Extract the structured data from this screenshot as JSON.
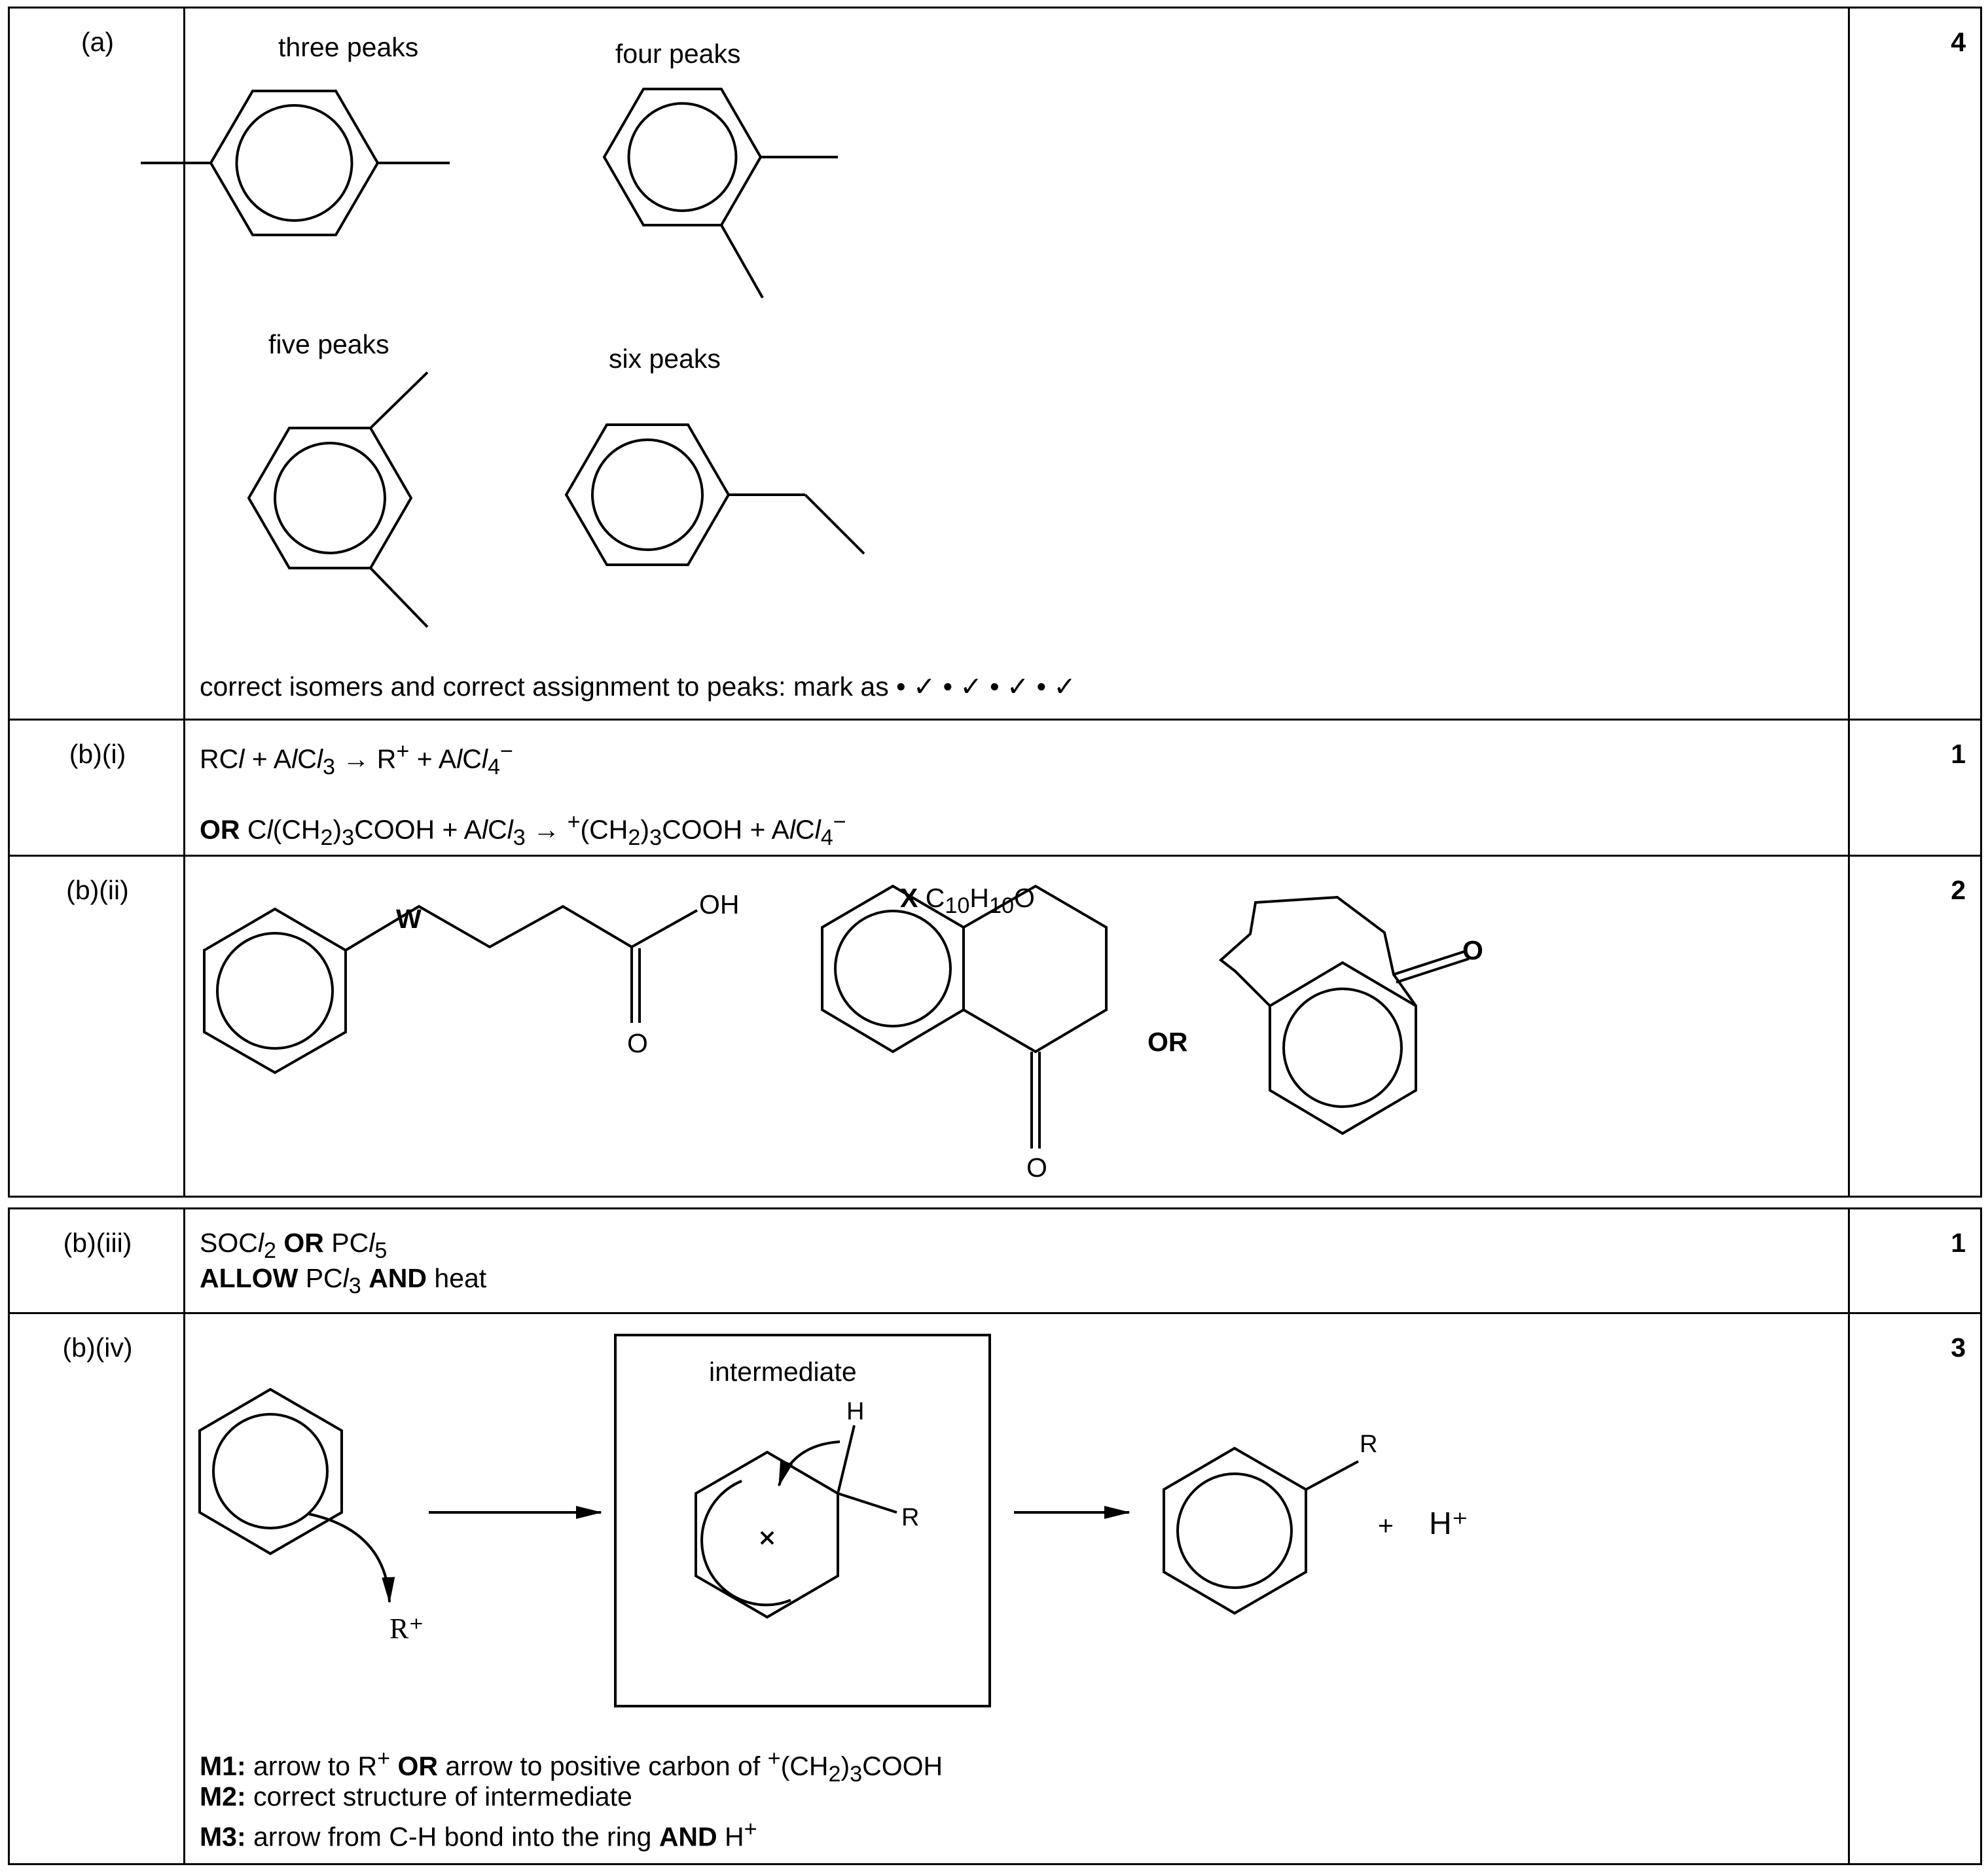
{
  "part_a": {
    "label": "(a)",
    "marks": "4",
    "isomer_labels": [
      "three peaks",
      "four peaks",
      "five peaks",
      "six peaks"
    ],
    "note": "correct isomers and correct assignment to peaks: mark as • ✓ • ✓ • ✓ • ✓"
  },
  "part_bi": {
    "label": "(b)(i)",
    "marks": "1"
  },
  "part_bii": {
    "label": "(b)(ii)",
    "marks": "2",
    "w_label": "W",
    "oh": "OH",
    "o": "O",
    "x_label": "X",
    "or": "OR"
  },
  "part_biii": {
    "label": "(b)(iii)",
    "marks": "1"
  },
  "part_biv": {
    "label": "(b)(iv)",
    "marks": "3",
    "intermediate": "intermediate",
    "h": "H",
    "r": "R",
    "rplus": "R⁺",
    "plus": "+",
    "hplus": "H⁺"
  }
}
